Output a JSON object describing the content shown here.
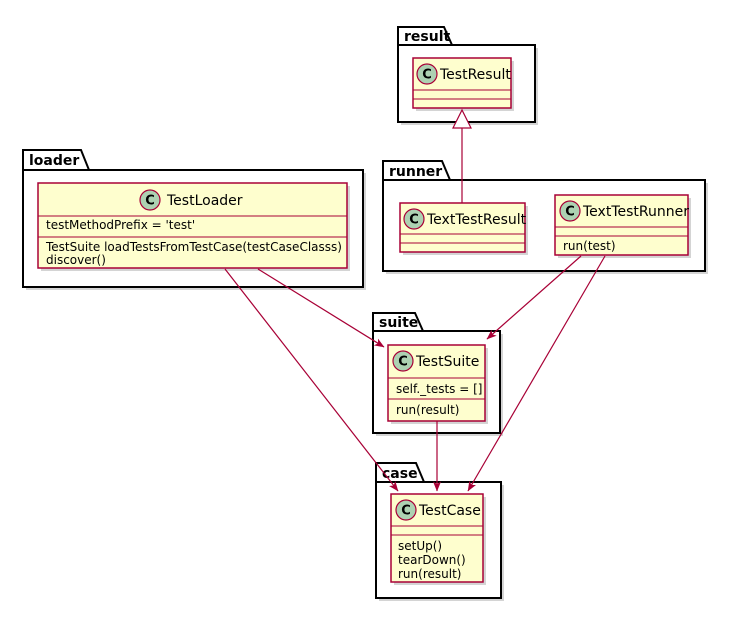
{
  "diagram": {
    "kind": "class-diagram",
    "colors": {
      "class_fill": "#FEFECE",
      "class_border": "#A80036",
      "relation": "#A80036",
      "circle_fill": "#ADD1B2",
      "package_border": "#000000",
      "background": "#FFFFFF"
    },
    "packages": [
      {
        "name": "result",
        "classes": [
          {
            "letter": "C",
            "name": "TestResult",
            "attributes": [],
            "methods": []
          }
        ]
      },
      {
        "name": "loader",
        "classes": [
          {
            "letter": "C",
            "name": "TestLoader",
            "attributes": [
              "testMethodPrefix = 'test'"
            ],
            "methods": [
              "TestSuite loadTestsFromTestCase(testCaseClasss)",
              "discover()"
            ]
          }
        ]
      },
      {
        "name": "runner",
        "classes": [
          {
            "letter": "C",
            "name": "TextTestResult",
            "attributes": [],
            "methods": []
          },
          {
            "letter": "C",
            "name": "TextTestRunner",
            "attributes": [],
            "methods": [
              "run(test)"
            ]
          }
        ]
      },
      {
        "name": "suite",
        "classes": [
          {
            "letter": "C",
            "name": "TestSuite",
            "attributes": [
              "self._tests = []"
            ],
            "methods": [
              "run(result)"
            ]
          }
        ]
      },
      {
        "name": "case",
        "classes": [
          {
            "letter": "C",
            "name": "TestCase",
            "attributes": [],
            "methods": [
              "setUp()",
              "tearDown()",
              "run(result)"
            ]
          }
        ]
      }
    ],
    "relations": [
      {
        "from": "TextTestResult",
        "to": "TestResult",
        "type": "inheritance"
      },
      {
        "from": "TestLoader",
        "to": "TestSuite",
        "type": "arrow"
      },
      {
        "from": "TestLoader",
        "to": "TestCase",
        "type": "arrow"
      },
      {
        "from": "TextTestRunner",
        "to": "TestSuite",
        "type": "arrow"
      },
      {
        "from": "TextTestRunner",
        "to": "TestCase",
        "type": "arrow"
      },
      {
        "from": "TestSuite",
        "to": "TestCase",
        "type": "arrow"
      }
    ]
  }
}
